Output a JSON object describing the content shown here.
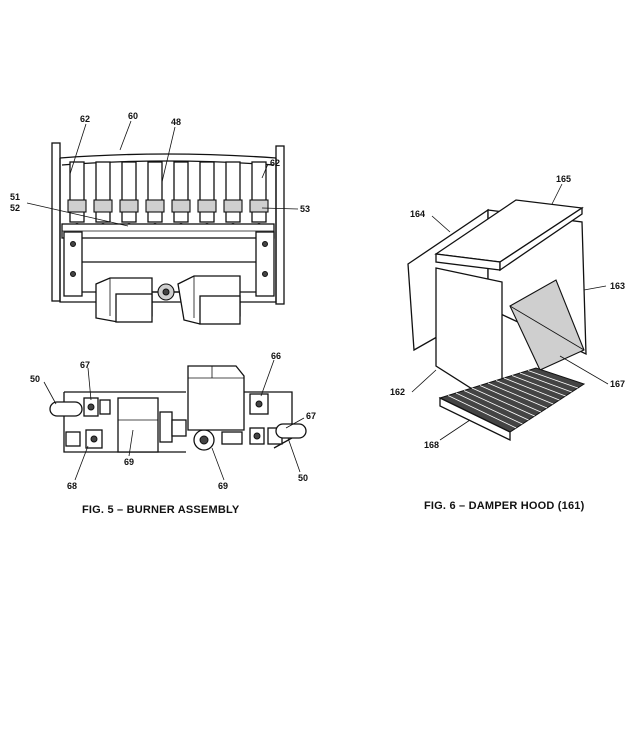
{
  "fig5": {
    "caption": "FIG. 5 – BURNER ASSEMBLY",
    "labels": {
      "l62a": "62",
      "l60": "60",
      "l48": "48",
      "l62b": "62",
      "l51": "51",
      "l52": "52",
      "l53": "53",
      "l50a": "50",
      "l67a": "67",
      "l66a": "66",
      "l67b": "67",
      "l68": "68",
      "l69a": "69",
      "l69b": "69",
      "l50b": "50"
    }
  },
  "fig6": {
    "caption": "FIG. 6 – DAMPER HOOD (161)",
    "labels": {
      "l165": "165",
      "l164": "164",
      "l163": "163",
      "l162": "162",
      "l167": "167",
      "l168": "168"
    }
  }
}
